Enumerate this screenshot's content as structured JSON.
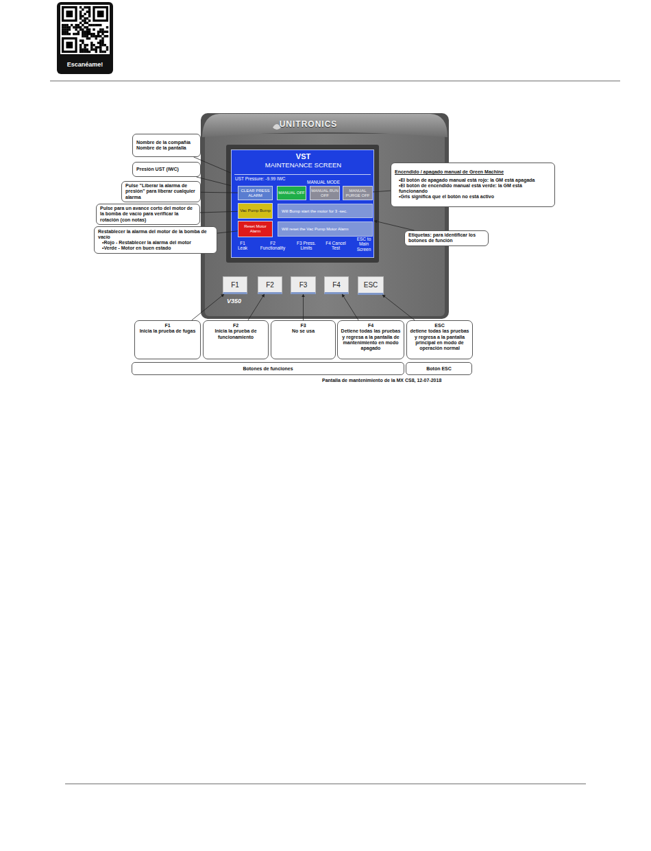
{
  "diagram": {
    "caption": "Pantalla de mantenimiento de la MX CS8, 12-07-2018",
    "nodes": [
      {
        "text": [
          "Escanéame!"
        ]
      },
      {
        "text": [
          "Nombre de la compañía",
          "Nombre de la pantalla"
        ]
      },
      {
        "text": [
          "Presión UST (IWC)"
        ]
      },
      {
        "text": [
          "Pulse \"Liberar la alarma de presión\" para liberar cualquier alarma"
        ]
      },
      {
        "text": [
          "Pulse para un avance corto del motor de la bomba de vacío para verificar la rotación (con notas)"
        ]
      },
      {
        "text": [
          "Restablecer la alarma del motor de la bomba de vacío",
          "•Rojo - Restablecer la alarma del motor",
          "•Verde - Motor en buen estado"
        ]
      },
      {
        "text": [
          "Encendido / apagado manual de Green Machine",
          "•El botón de apagado manual está rojo: la GM está apagada",
          "•El botón de encendido manual está verde: la GM está funcionando",
          "•Gris significa que el botón no está activo"
        ]
      },
      {
        "text": [
          "Etiquetas: para identificar los botones de función"
        ]
      },
      {
        "text": [
          "UNITRONICS",
          "V350"
        ]
      },
      {
        "text": [
          "VST",
          "MAINTENANCE SCREEN",
          "UST Pressure:  -9.99 IWC",
          "MANUAL MODE",
          "F1 Leak",
          "F2 Functionality",
          "F3 Press. Limits",
          "F4 Cancel Test",
          "ESC to Main Screen"
        ],
        "in": 8
      },
      {
        "text": [
          "CLEAR PRESS ALARM"
        ],
        "in": 9
      },
      {
        "text": [
          "MANUAL OFF"
        ],
        "in": 9
      },
      {
        "text": [
          "MANUAL RUN OFF"
        ],
        "in": 9
      },
      {
        "text": [
          "MANUAL PURGE OFF"
        ],
        "in": 9
      },
      {
        "text": [
          "Vac Pump Bump"
        ],
        "in": 9
      },
      {
        "text": [
          "Will Bump start the motor for 3 -sec."
        ],
        "in": 9
      },
      {
        "text": [
          "Reset Motor Alarm"
        ],
        "in": 9
      },
      {
        "text": [
          "Will reset the Vac Pump Motor Alarm"
        ],
        "in": 9
      },
      {
        "text": [
          "F1"
        ],
        "in": 8
      },
      {
        "text": [
          "F2"
        ],
        "in": 8
      },
      {
        "text": [
          "F3"
        ],
        "in": 8
      },
      {
        "text": [
          "F4"
        ],
        "in": 8
      },
      {
        "text": [
          "ESC"
        ],
        "in": 8
      },
      {
        "text": [
          "F1",
          "Inicia la prueba de fugas"
        ]
      },
      {
        "text": [
          "F2",
          "Inicia la prueba de funcionamiento"
        ]
      },
      {
        "text": [
          "F3",
          "No se usa"
        ]
      },
      {
        "text": [
          "F4",
          "Detiene todas las pruebas y regresa a la pantalla de mantenimiento en modo apagado"
        ]
      },
      {
        "text": [
          "ESC",
          "detiene todas las pruebas y regresa a la pantalla principal en modo de operación normal"
        ]
      },
      {
        "text": [
          "Botones de funciones"
        ]
      },
      {
        "text": [
          "Botón ESC"
        ]
      }
    ],
    "edges": [
      {
        "from": 1,
        "to": 9,
        "arrow": "none"
      },
      {
        "from": 2,
        "to": 9,
        "arrow": "none"
      },
      {
        "from": 3,
        "to": 10,
        "arrow": "none"
      },
      {
        "from": 4,
        "to": 14,
        "arrow": "none"
      },
      {
        "from": 5,
        "to": 16,
        "arrow": "none"
      },
      {
        "from": 6,
        "to": 13,
        "arrow": "none"
      },
      {
        "from": 7,
        "to": 9,
        "arrow": "to"
      },
      {
        "from": 23,
        "to": 18,
        "arrow": "to"
      },
      {
        "from": 24,
        "to": 19,
        "arrow": "to"
      },
      {
        "from": 25,
        "to": 20,
        "arrow": "to"
      },
      {
        "from": 26,
        "to": 21,
        "arrow": "to"
      },
      {
        "from": 27,
        "to": 22,
        "arrow": "to"
      }
    ]
  }
}
